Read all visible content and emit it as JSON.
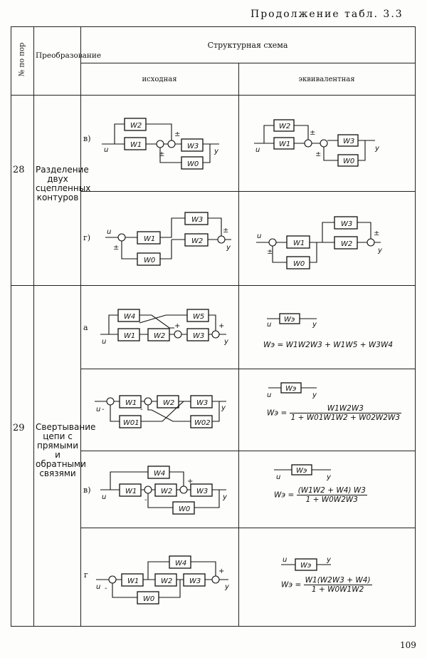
{
  "header": {
    "title": "Продолжение табл. 3.3",
    "page_number": "109"
  },
  "columns": {
    "num": "№ по пор",
    "transform": "Преобразование",
    "scheme": "Структурная схема",
    "original": "исходная",
    "equivalent": "эквивалентная"
  },
  "rows": [
    {
      "num": "28",
      "name": "Разделение двух сцепленных контуров",
      "subs": [
        {
          "label": "в)",
          "original": {
            "blocks": [
              "W2",
              "W1",
              "W3",
              "W0"
            ],
            "u": "u",
            "y": "y",
            "signs": [
              "±",
              "±"
            ]
          },
          "equivalent": {
            "blocks": [
              "W2",
              "W1",
              "W3",
              "W0"
            ],
            "u": "u",
            "y": "y",
            "signs": [
              "±",
              "±"
            ]
          }
        },
        {
          "label": "г)",
          "original": {
            "blocks": [
              "W1",
              "W3",
              "W2",
              "W0"
            ],
            "u": "u",
            "y": "y",
            "signs": [
              "±",
              "±"
            ]
          },
          "equivalent": {
            "blocks": [
              "W1",
              "W3",
              "W2",
              "W0"
            ],
            "u": "u",
            "y": "y",
            "signs": [
              "±",
              "±"
            ]
          }
        }
      ]
    },
    {
      "num": "29",
      "name": "Свертывание цепи с прямыми и обратными связями",
      "subs": [
        {
          "label": "а",
          "original": {
            "blocks": [
              "W4",
              "W5",
              "W1",
              "W2",
              "W3"
            ],
            "u": "u",
            "y": "y",
            "signs": [
              "+",
              "+"
            ]
          },
          "equivalent": {
            "block": "Wэ",
            "u": "u",
            "y": "y",
            "formula_lhs": "Wэ",
            "formula": "= W1W2W3 + W1W5 + W3W4"
          }
        },
        {
          "label": "",
          "original": {
            "blocks": [
              "W1",
              "W2",
              "W3",
              "W01",
              "W02"
            ],
            "u": "u",
            "y": "y",
            "signs": [
              "-",
              "-"
            ]
          },
          "equivalent": {
            "block": "Wэ",
            "u": "u",
            "y": "y",
            "formula_lhs": "Wэ",
            "num": "W1W2W3",
            "den": "1 + W01W1W2 + W02W2W3"
          }
        },
        {
          "label": "в)",
          "original": {
            "blocks": [
              "W4",
              "W1",
              "W2",
              "W3",
              "W0"
            ],
            "u": "u",
            "y": "y",
            "signs": [
              "+",
              "-"
            ]
          },
          "equivalent": {
            "block": "Wэ",
            "u": "u",
            "y": "y",
            "formula_lhs": "Wэ",
            "num": "(W1W2 + W4) W3",
            "den": "1 + W0W2W3"
          }
        },
        {
          "label": "г",
          "original": {
            "blocks": [
              "W4",
              "W1",
              "W2",
              "W3",
              "W0"
            ],
            "u": "u",
            "y": "y",
            "signs": [
              "+",
              "-"
            ]
          },
          "equivalent": {
            "block": "Wэ",
            "u": "u",
            "y": "y",
            "formula_lhs": "Wэ",
            "num": "W1(W2W3 + W4)",
            "den": "1 + W0W1W2"
          }
        }
      ]
    }
  ]
}
